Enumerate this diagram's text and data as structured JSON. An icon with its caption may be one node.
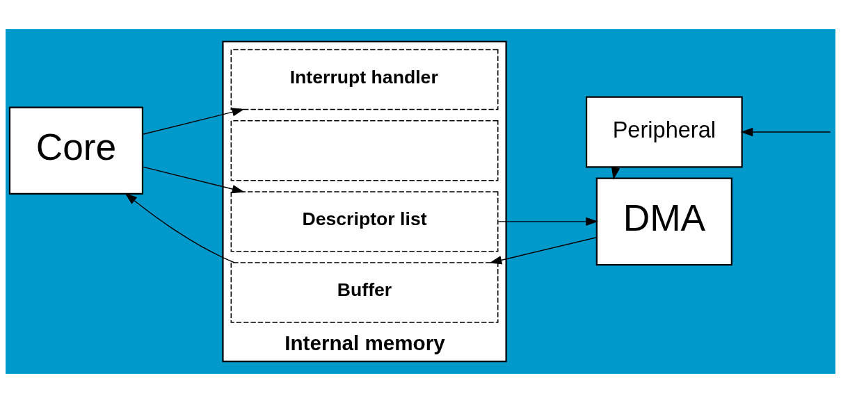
{
  "diagram": {
    "nodes": [
      {
        "text": [
          "Core"
        ]
      },
      {
        "text": [
          "Internal memory"
        ]
      },
      {
        "text": [
          "Interrupt handler"
        ],
        "in": 1
      },
      {
        "text": [],
        "shape": "box",
        "in": 1
      },
      {
        "text": [
          "Descriptor list"
        ],
        "in": 1
      },
      {
        "text": [
          "Buffer"
        ],
        "in": 1
      },
      {
        "text": [
          "DMA"
        ]
      },
      {
        "text": [
          "Peripheral"
        ]
      }
    ],
    "edges": [
      {
        "from": 0,
        "to": 2,
        "arrow": "to"
      },
      {
        "from": 0,
        "to": 4,
        "arrow": "to"
      },
      {
        "from": 5,
        "to": 0,
        "arrow": "to"
      },
      {
        "from": 4,
        "to": 6,
        "arrow": "to"
      },
      {
        "from": 6,
        "to": 5,
        "arrow": "to"
      },
      {
        "from": 7,
        "to": 6,
        "arrow": "to"
      },
      {
        "from": null,
        "to": 7,
        "arrow": "to"
      }
    ]
  }
}
